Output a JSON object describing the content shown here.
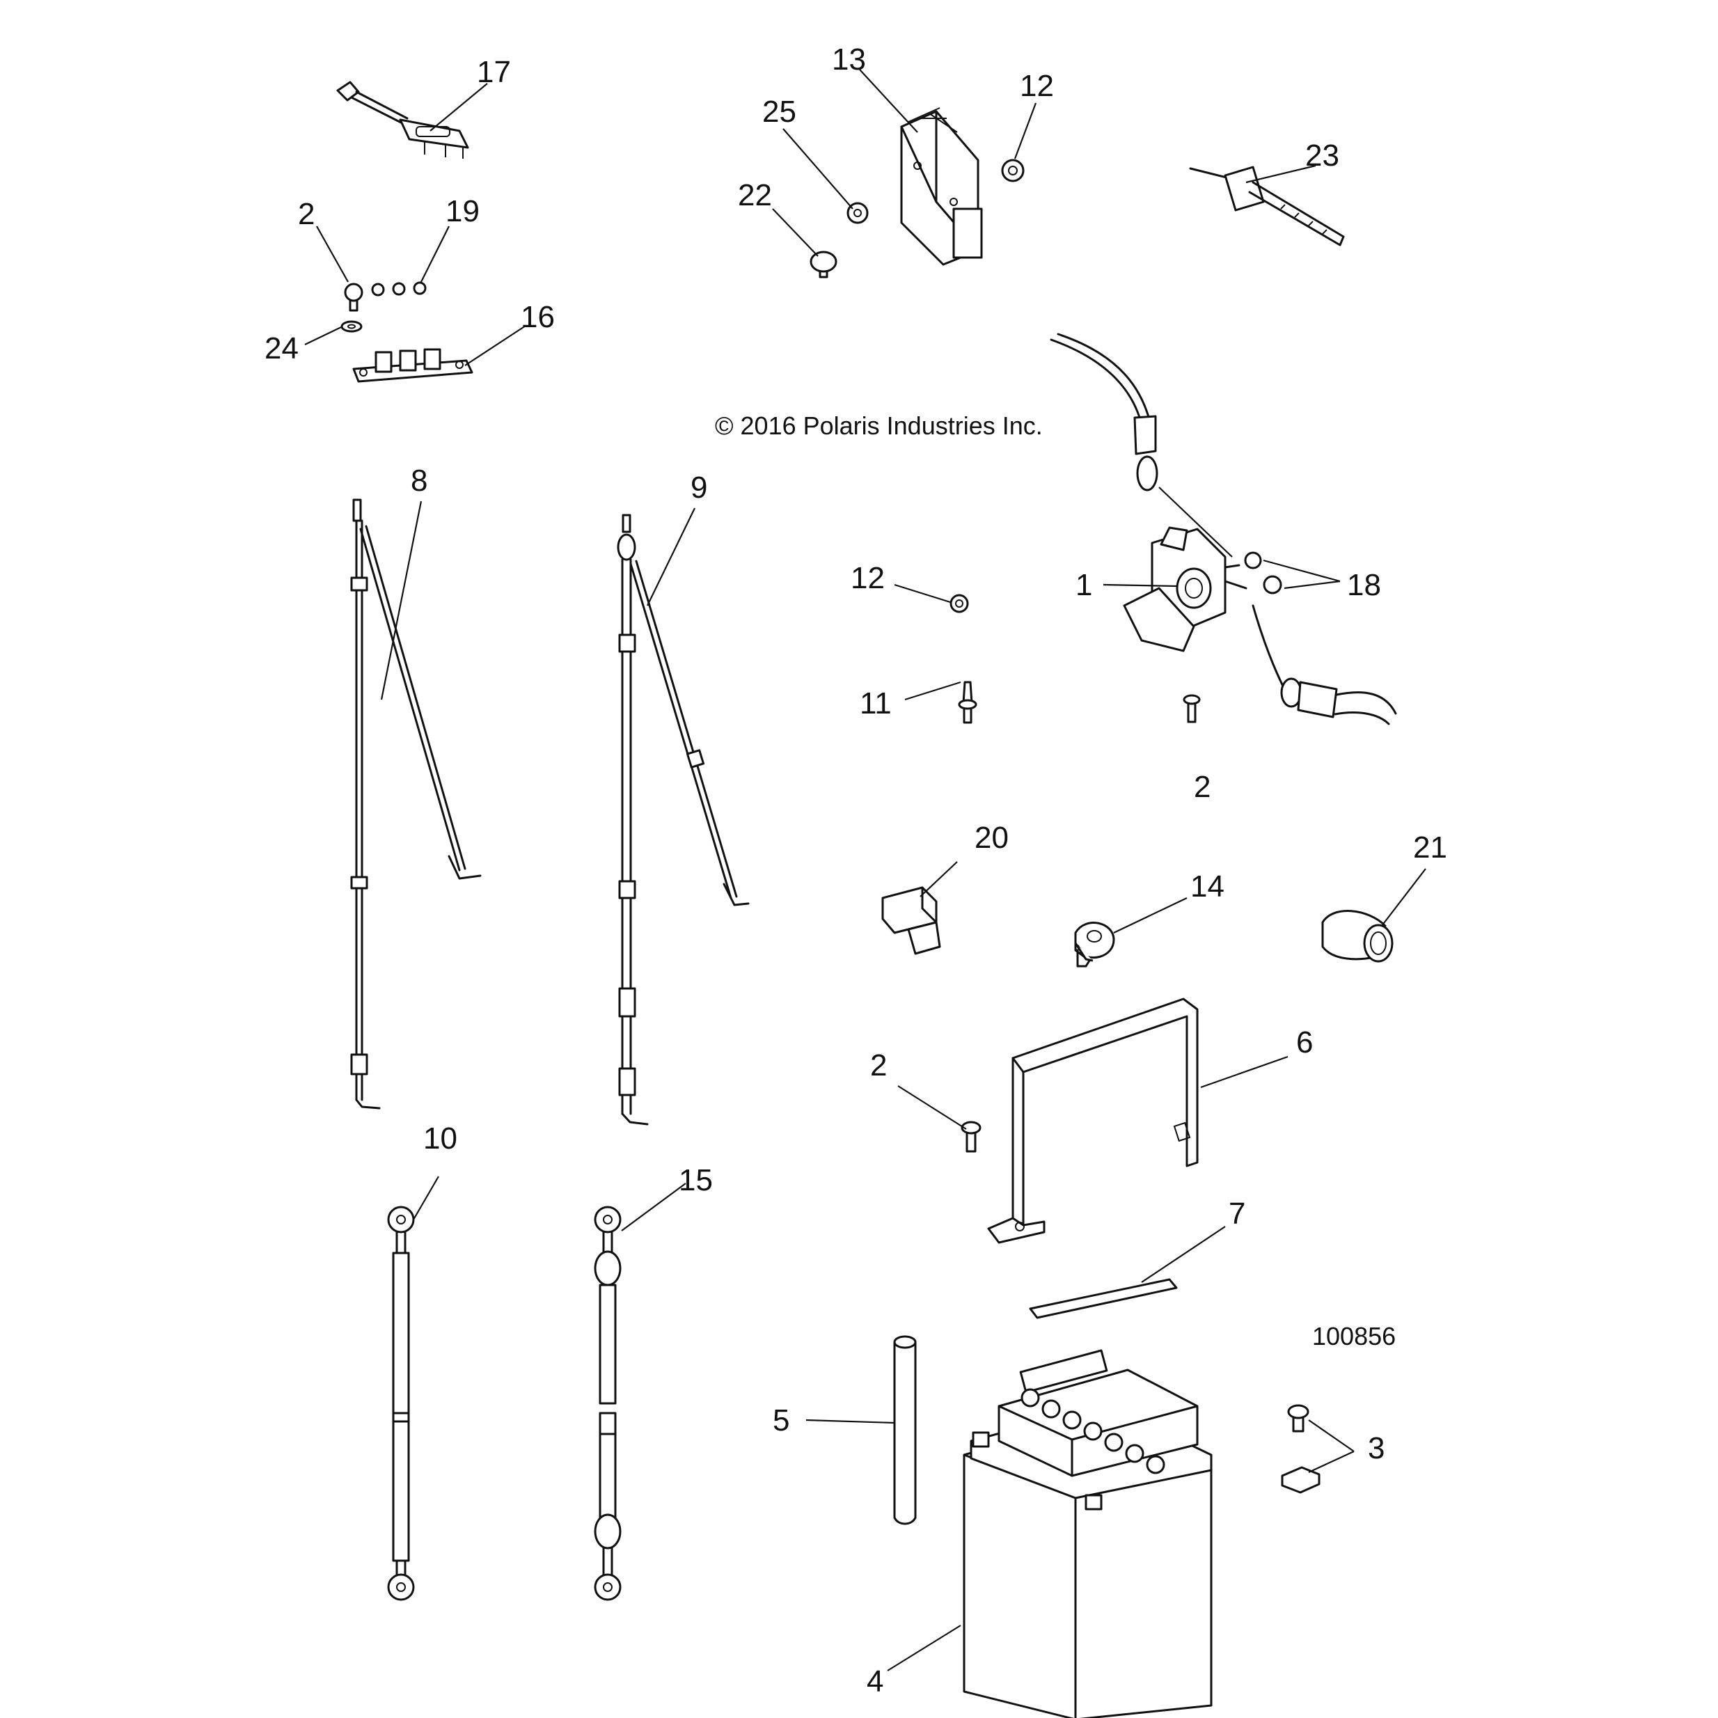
{
  "copyright": "© 2016 Polaris Industries Inc.",
  "figure_number": "100856",
  "callouts": [
    "17",
    "2",
    "19",
    "24",
    "16",
    "13",
    "25",
    "12",
    "22",
    "23",
    "8",
    "9",
    "12",
    "1",
    "18",
    "11",
    "2",
    "20",
    "14",
    "21",
    "2",
    "6",
    "10",
    "15",
    "7",
    "5",
    "3",
    "4"
  ]
}
